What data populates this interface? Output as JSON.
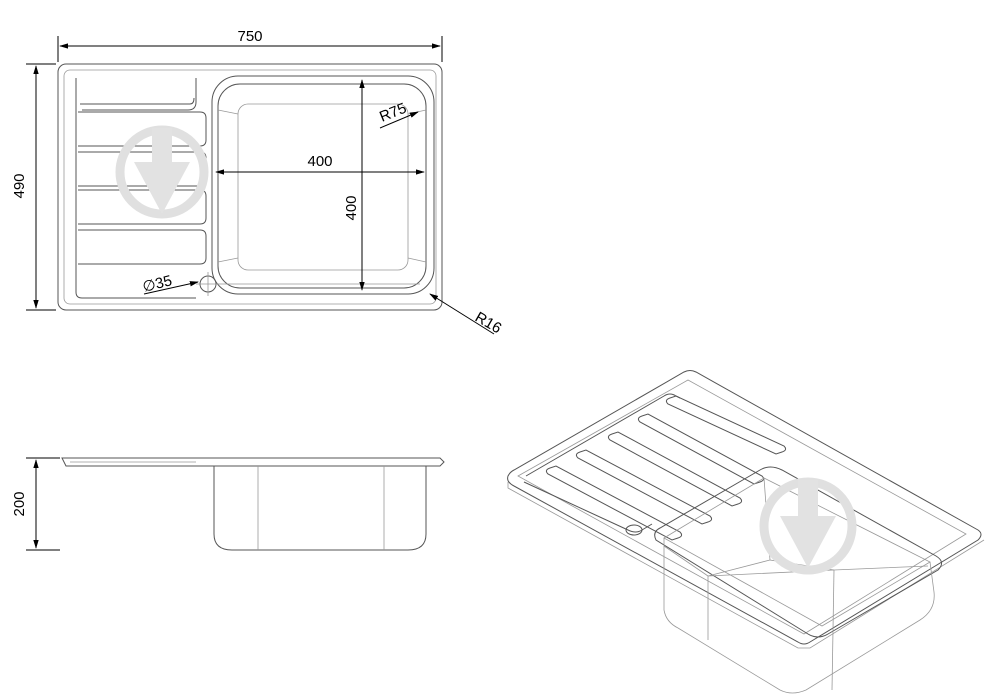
{
  "dimensions": {
    "width": "750",
    "height": "490",
    "bowl_width": "400",
    "bowl_height": "400",
    "corner_radius": "R75",
    "outer_radius": "R16",
    "drain_diameter": "∅35",
    "depth": "200"
  },
  "colors": {
    "line": "#555555",
    "dimension": "#000000",
    "watermark": "#e0e0e0"
  },
  "watermark_icon": "down-arrow-logo-icon"
}
